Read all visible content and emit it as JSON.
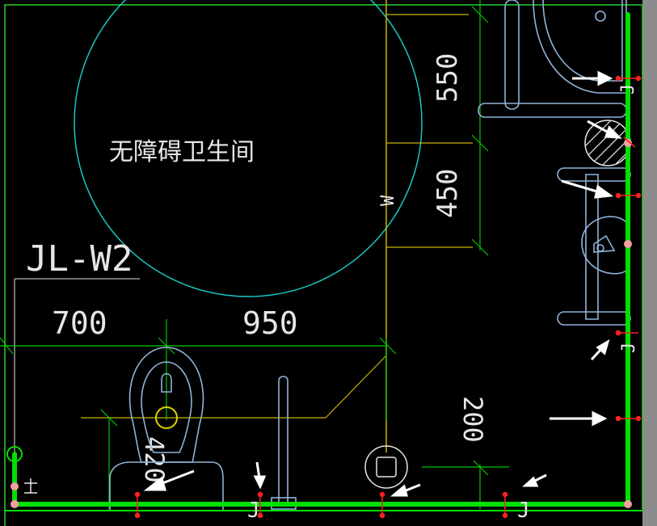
{
  "drawing": {
    "room_label": "无障碍卫生间",
    "pipe_tag": "JL-W2",
    "pipe_symbol": "W",
    "fixture_tag_j": "J",
    "dimensions": {
      "d700": "700",
      "d950": "950",
      "d550": "550",
      "d450": "450",
      "d200": "200",
      "d420": "420"
    },
    "colors": {
      "background": "#000000",
      "pipe_green": "#00e000",
      "dim_green": "#00c800",
      "fixture_blue": "#8fb4d8",
      "circle_cyan": "#18c8c8",
      "axis_yellow": "#c8b400",
      "valve_red": "#ff2020",
      "arrow_white": "#ffffff",
      "node_pink": "#f0a0a0"
    }
  }
}
